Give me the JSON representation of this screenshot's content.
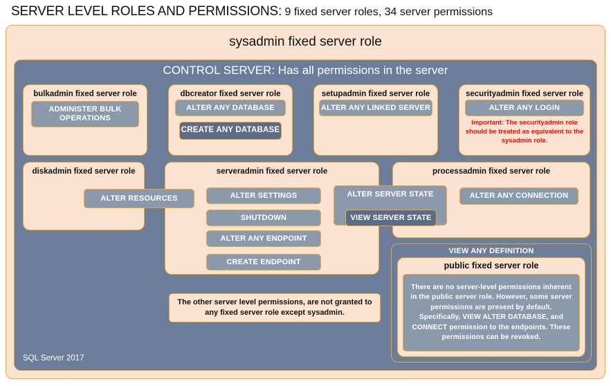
{
  "title": {
    "main": "SERVER LEVEL ROLES AND PERMISSIONS:",
    "subtitle": " 9 fixed server roles, 34 server permissions"
  },
  "outer": {
    "sysadmin_label": "sysadmin fixed server role",
    "control_server_label": "CONTROL SERVER: Has all permissions in the server"
  },
  "roles": {
    "bulkadmin": {
      "label": "bulkadmin fixed server role",
      "permission": "ADMINISTER  BULK OPERATIONS"
    },
    "dbcreator": {
      "label": "dbcreator fixed server role",
      "permission_outer": "ALTER ANY DATABASE",
      "permission_inner": "CREATE  ANY DATABASE"
    },
    "setupadmin": {
      "label": "setupadmin fixed server role",
      "permission": "ALTER ANY LINKED SERVER"
    },
    "securityadmin": {
      "label": "securityadmin fixed server role",
      "permission": "ALTER ANY LOGIN",
      "note": "Important:  The securityadmin role should  be treated as equivalent to the  sysadmin role."
    },
    "diskadmin": {
      "label": "diskadmin fixed server role",
      "permission": "ALTER RESOURCES"
    },
    "serveradmin": {
      "label": "serveradmin fixed server role",
      "permissions": [
        "ALTER SETTINGS",
        "SHUTDOWN",
        "ALTER ANY ENDPOINT",
        "CREATE  ENDPOINT"
      ],
      "shared_permission_outer": "ALTER SERVER  STATE",
      "shared_permission_inner": "VIEW SERVER  STATE"
    },
    "processadmin": {
      "label": "processadmin fixed server role",
      "permission": "ALTER ANY CONNECTION"
    },
    "public": {
      "view_any_definition": "VIEW ANY DEFINITION",
      "label": "public  fixed server role",
      "note": "There are no server-level permissions inherent in the public server role. However, some server permissions are present by default. Specifically, VIEW ALTER DATABASE, and CONNECT permission to the endpoints. These permissions can be revoked."
    }
  },
  "notes": {
    "other_permissions": "The other server level permissions,  are not granted to any fixed server role except sysadmin."
  },
  "footer": {
    "product": "SQL Server 2017"
  },
  "colors": {
    "peach_fill": "#fbe3d2",
    "gold_border": "#f0a62b",
    "slate_fill": "#6b7d99",
    "permission_fill": "#8b99ad",
    "permission_dark_fill": "#5d6b84",
    "warning_text": "#ff0000"
  }
}
